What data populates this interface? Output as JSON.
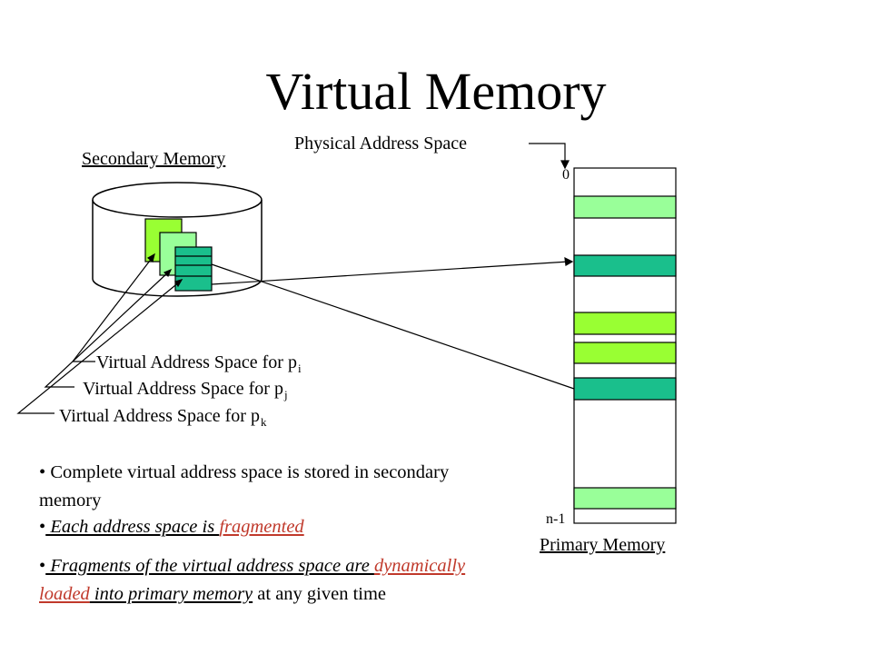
{
  "title": "Virtual Memory",
  "labels": {
    "physical_address_space": "Physical Address Space",
    "secondary_memory": "Secondary Memory",
    "primary_memory": "Primary Memory",
    "addr_zero": "0",
    "addr_last": "n-1",
    "vas_i": "Virtual Address Space for p",
    "vas_i_sub": "i",
    "vas_j": "Virtual Address Space for p",
    "vas_j_sub": "j",
    "vas_k": "Virtual Address Space for p",
    "vas_k_sub": "k"
  },
  "bullets": {
    "b1": "Complete virtual address space is stored in secondary memory",
    "b2_pre": " Each address space is ",
    "b2_red": "fragmented",
    "b3_pre": " Fragments of the virtual address space are ",
    "b3_red": "dynamically loaded",
    "b3_mid": " into primary memory",
    "b3_post": " at any given time"
  },
  "colors": {
    "light_green": "#99ff99",
    "lime": "#99ff33",
    "teal": "#1abf8c",
    "accent_red": "#c0392b"
  }
}
